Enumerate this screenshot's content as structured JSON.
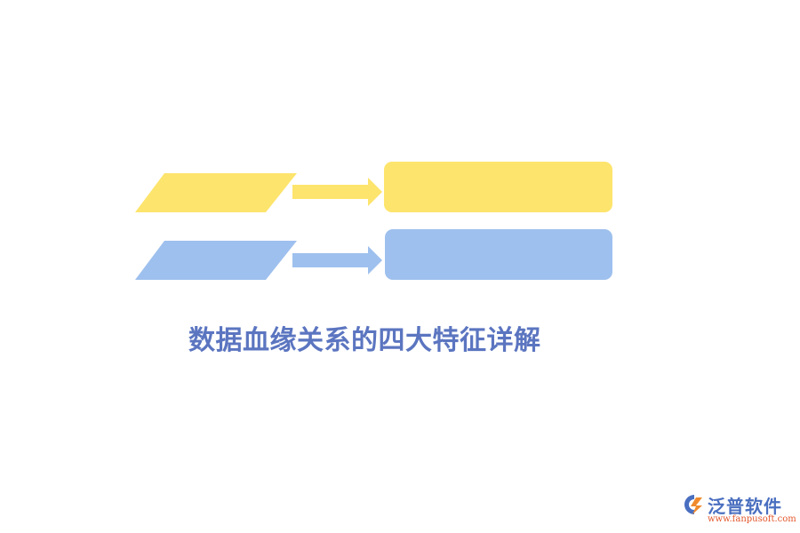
{
  "colors": {
    "yellow": "#FDE46C",
    "blue": "#9EC0EE",
    "title": "#5B75C0",
    "logo_blue": "#4A6FC0",
    "logo_orange": "#F08A2C",
    "url": "#E3562B"
  },
  "diagram": {
    "rows": [
      {
        "color_key": "yellow",
        "parallelogram_text": "",
        "box_text": ""
      },
      {
        "color_key": "blue",
        "parallelogram_text": "",
        "box_text": ""
      }
    ]
  },
  "title": "数据血缘关系的四大特征详解",
  "logo": {
    "name": "泛普软件",
    "url": "www.fanpusoft.com",
    "icon": "fanpu-logo-icon"
  }
}
